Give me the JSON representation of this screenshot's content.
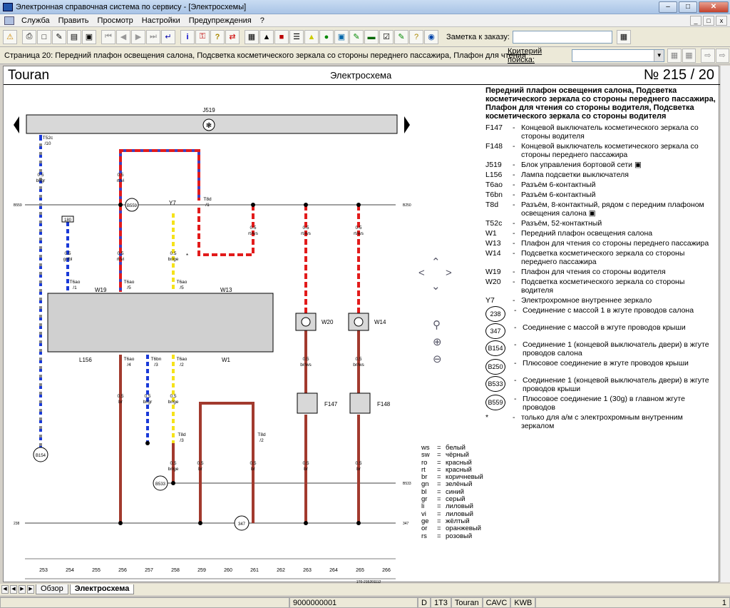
{
  "window": {
    "title": "Электронная справочная система по сервису - [Электросхемы]"
  },
  "menu": [
    "Служба",
    "Править",
    "Просмотр",
    "Настройки",
    "Предупреждения",
    "?"
  ],
  "toolbar": {
    "order_note_label": "Заметка к заказу:",
    "order_note_value": ""
  },
  "pagebar": {
    "page_text": "Страница 20: Передний плафон освещения салона, Подсветка косметического зеркала со стороны переднего пассажира, Плафон для чтения",
    "criteria_label": "Критерий поиска:",
    "criteria_value": ""
  },
  "doc": {
    "brand": "Touran",
    "section": "Электросхема",
    "pageno": "№ 215 / 20"
  },
  "legend": {
    "title": "Передний плафон освещения салона, Подсветка косметического зеркала со стороны переднего пассажира, Плафон для чтения со стороны водителя, Подсветка косметического зеркала со стороны водителя",
    "items": [
      {
        "code": "F147",
        "desc": "Концевой выключатель косметического зеркала со стороны водителя"
      },
      {
        "code": "F148",
        "desc": "Концевой выключатель косметического зеркала со стороны переднего пассажира"
      },
      {
        "code": "J519",
        "desc": "Блок управления бортовой сети"
      },
      {
        "code": "L156",
        "desc": "Лампа подсветки выключателя"
      },
      {
        "code": "T6ao",
        "desc": "Разъём 6-контактный"
      },
      {
        "code": "T6bn",
        "desc": "Разъём 6-контактный"
      },
      {
        "code": "T8d",
        "desc": "Разъём, 8-контактный, рядом с передним плафоном освещения салона"
      },
      {
        "code": "T52c",
        "desc": "Разъём, 52-контактный"
      },
      {
        "code": "W1",
        "desc": "Передний плафон освещения салона"
      },
      {
        "code": "W13",
        "desc": "Плафон для чтения со стороны переднего пассажира"
      },
      {
        "code": "W14",
        "desc": "Подсветка косметического зеркала со стороны переднего пассажира"
      },
      {
        "code": "W19",
        "desc": "Плафон для чтения со стороны водителя"
      },
      {
        "code": "W20",
        "desc": "Подсветка косметического зеркала со стороны водителя"
      },
      {
        "code": "Y7",
        "desc": "Электрохромное внутреннее зеркало"
      }
    ],
    "connections": [
      {
        "code": "238",
        "desc": "Соединение с массой 1 в жгуте проводов салона"
      },
      {
        "code": "347",
        "desc": "Соединение с массой в жгуте проводов крыши"
      },
      {
        "code": "B154",
        "desc": "Соединение 1 (концевой выключатель двери) в жгуте проводов салона"
      },
      {
        "code": "B250",
        "desc": "Плюсовое соединение в жгуте проводов крыши"
      },
      {
        "code": "B533",
        "desc": "Соединение 1 (концевой выключатель двери) в жгуте проводов крыши"
      },
      {
        "code": "B559",
        "desc": "Плюсовое соединение 1 (30g) в главном жгуте проводов"
      }
    ],
    "note_mark": "*",
    "note": "только для а/м с электрохромным внутренним зеркалом"
  },
  "colors": [
    {
      "k": "ws",
      "v": "белый"
    },
    {
      "k": "sw",
      "v": "чёрный"
    },
    {
      "k": "ro",
      "v": "красный"
    },
    {
      "k": "rt",
      "v": "красный"
    },
    {
      "k": "br",
      "v": "коричневый"
    },
    {
      "k": "gn",
      "v": "зелёный"
    },
    {
      "k": "bl",
      "v": "синий"
    },
    {
      "k": "gr",
      "v": "серый"
    },
    {
      "k": "li",
      "v": "лиловый"
    },
    {
      "k": "vi",
      "v": "лиловый"
    },
    {
      "k": "ge",
      "v": "жёлтый"
    },
    {
      "k": "or",
      "v": "оранжевый"
    },
    {
      "k": "rs",
      "v": "розовый"
    }
  ],
  "schematic": {
    "j519": "J519",
    "columns": [
      "253",
      "254",
      "255",
      "256",
      "257",
      "258",
      "259",
      "260",
      "261",
      "262",
      "263",
      "264",
      "265",
      "266"
    ],
    "doc_id": "1T0-215201112",
    "w19": "W19",
    "w13": "W13",
    "w1": "W1",
    "l156": "L156",
    "y7": "Y7",
    "w20": "W20",
    "w14": "W14",
    "f147": "F147",
    "f148": "F148",
    "b559": "B559",
    "b154": "B154",
    "b533": "B533",
    "c347": "347",
    "bus_b559": "B559",
    "bus_b250": "B250",
    "bus_b533": "B533",
    "bus_238": "238",
    "bus_347": "347",
    "star": "*",
    "wire_labels": [
      {
        "t": "T52c",
        "s": "/10"
      },
      {
        "t": "0.5",
        "s": "bl/gr"
      },
      {
        "t": "0.5",
        "s": "rt/vi"
      },
      {
        "t": "180"
      },
      {
        "t": "0.5",
        "s": "gr/bl"
      },
      {
        "t": "0.5",
        "s": "rt/vi"
      },
      {
        "t": "0.5",
        "s": "br/ge"
      },
      {
        "t": "T8d",
        "s": "/1"
      },
      {
        "t": "0.5",
        "s": "rt/ws"
      },
      {
        "t": "0.5",
        "s": "rt/ws"
      },
      {
        "t": "0.5",
        "s": "rt/ws"
      },
      {
        "t": "T6ao",
        "s": "/1"
      },
      {
        "t": "T6ao",
        "s": "/5"
      },
      {
        "t": "T6ao",
        "s": "/5"
      },
      {
        "t": "T6ao",
        "s": "/4"
      },
      {
        "t": "T6bn",
        "s": "/3"
      },
      {
        "t": "T6ao",
        "s": "/2"
      },
      {
        "t": "0.5",
        "s": "br"
      },
      {
        "t": "0.5",
        "s": "bl/gr"
      },
      {
        "t": "0.5",
        "s": "br/ge"
      },
      {
        "t": "T8d",
        "s": "/3"
      },
      {
        "t": "T8d",
        "s": "/2"
      },
      {
        "t": "0.5",
        "s": "br/ge"
      },
      {
        "t": "0.5",
        "s": "br"
      },
      {
        "t": "0.5",
        "s": "br"
      },
      {
        "t": "0.5",
        "s": "br/ws"
      },
      {
        "t": "0.5",
        "s": "br/ws"
      },
      {
        "t": "0.5",
        "s": "br"
      },
      {
        "t": "0.5",
        "s": "br"
      }
    ]
  },
  "tabs": [
    "Обзор",
    "Электросхема"
  ],
  "status": {
    "vin": "9000000001",
    "d": "D",
    "model_code": "1T3",
    "model": "Touran",
    "engine": "CAVC",
    "gearbox": "KWB",
    "pages": "1"
  }
}
